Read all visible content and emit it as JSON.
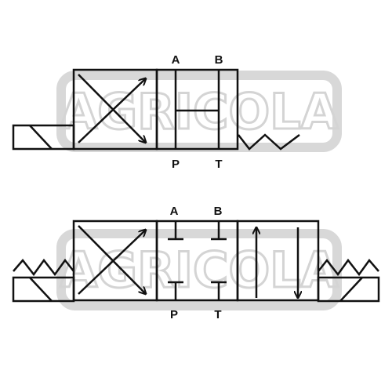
{
  "watermark": {
    "text": "AGRICOLA",
    "color": "#d4d4d4"
  },
  "colors": {
    "line": "#111111",
    "background": "#ffffff"
  },
  "valve_top": {
    "ports": {
      "a": "A",
      "b": "B",
      "p": "P",
      "t": "T"
    }
  },
  "valve_bottom": {
    "ports": {
      "a": "A",
      "b": "B",
      "p": "P",
      "t": "T"
    }
  }
}
